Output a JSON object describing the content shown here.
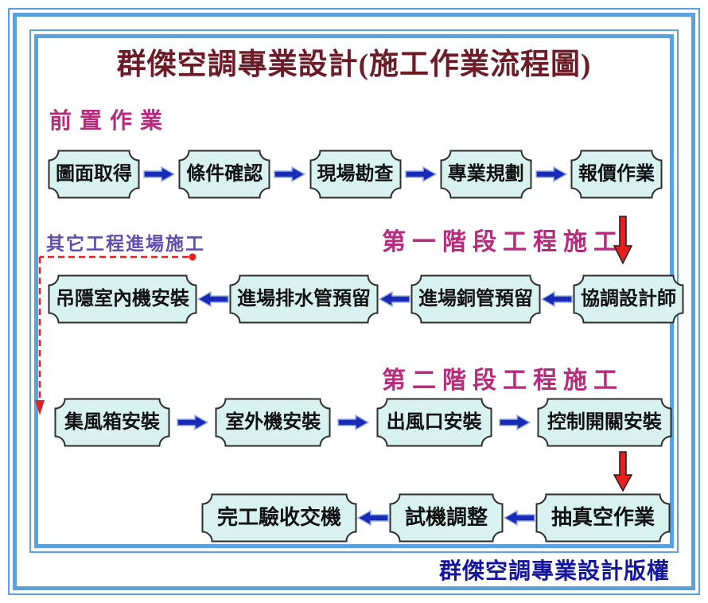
{
  "title": "群傑空調專業設計(施工作業流程圖)",
  "sections": {
    "pre": "前置作業",
    "other": "其它工程進場施工",
    "stage1": "第一階段工程施工",
    "stage2": "第二階段工程施工"
  },
  "footer": "群傑空調專業設計版權",
  "flow": {
    "rows": [
      {
        "direction": "right",
        "boxes": [
          "圖面取得",
          "條件確認",
          "現場勘查",
          "專業規劃",
          "報價作業"
        ]
      },
      {
        "direction": "left",
        "boxes": [
          "吊隱室內機安裝",
          "進場排水管預留",
          "進場銅管預留",
          "協調設計師"
        ]
      },
      {
        "direction": "right",
        "boxes": [
          "集風箱安裝",
          "室外機安裝",
          "出風口安裝",
          "控制開關安裝"
        ]
      },
      {
        "direction": "left",
        "boxes": [
          "完工驗收交機",
          "試機調整",
          "抽真空作業"
        ]
      }
    ],
    "red_down_arrows": [
      {
        "from": "報價作業",
        "to": "協調設計師"
      },
      {
        "from": "控制開關安裝",
        "to": "抽真空作業"
      }
    ],
    "dashed_connector": {
      "from": "其它工程進場施工",
      "to": "集風箱安裝"
    }
  },
  "colors": {
    "frameBlue": "#57a2df",
    "titleMaroon": "#6e1b28",
    "sectionMagenta": "#b92a7c",
    "otherPurple": "#5f4db3",
    "footerBlue": "#1414a2",
    "boxFill": "#d8f3ef",
    "boxBorder": "#2e2e2e",
    "arrowBlue": "#1a2ab8",
    "arrowOutline": "#9cb4e4",
    "red": "#e81f1f",
    "textBlack": "#111111"
  }
}
